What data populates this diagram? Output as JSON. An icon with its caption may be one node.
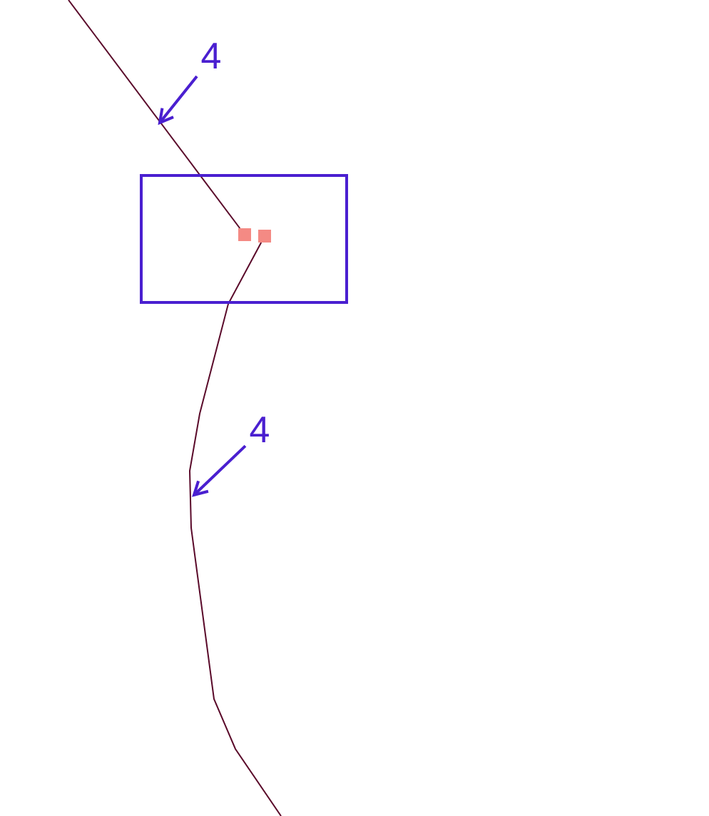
{
  "diagram": {
    "nodes": [
      {
        "text": [],
        "shape": "box"
      },
      {
        "text": [],
        "shape": "box",
        "in": 0
      },
      {
        "text": [],
        "shape": "box",
        "in": 0
      },
      {
        "text": [
          "4"
        ]
      },
      {
        "text": [
          "4"
        ]
      }
    ],
    "edges": [
      {
        "from": null,
        "to": 1,
        "arrow": "none"
      },
      {
        "from": 2,
        "to": null,
        "arrow": "none"
      },
      {
        "from": 3,
        "to": null,
        "arrow": "to",
        "color": "#4a1fd0"
      },
      {
        "from": 4,
        "to": null,
        "arrow": "to",
        "color": "#4a1fd0"
      }
    ]
  }
}
